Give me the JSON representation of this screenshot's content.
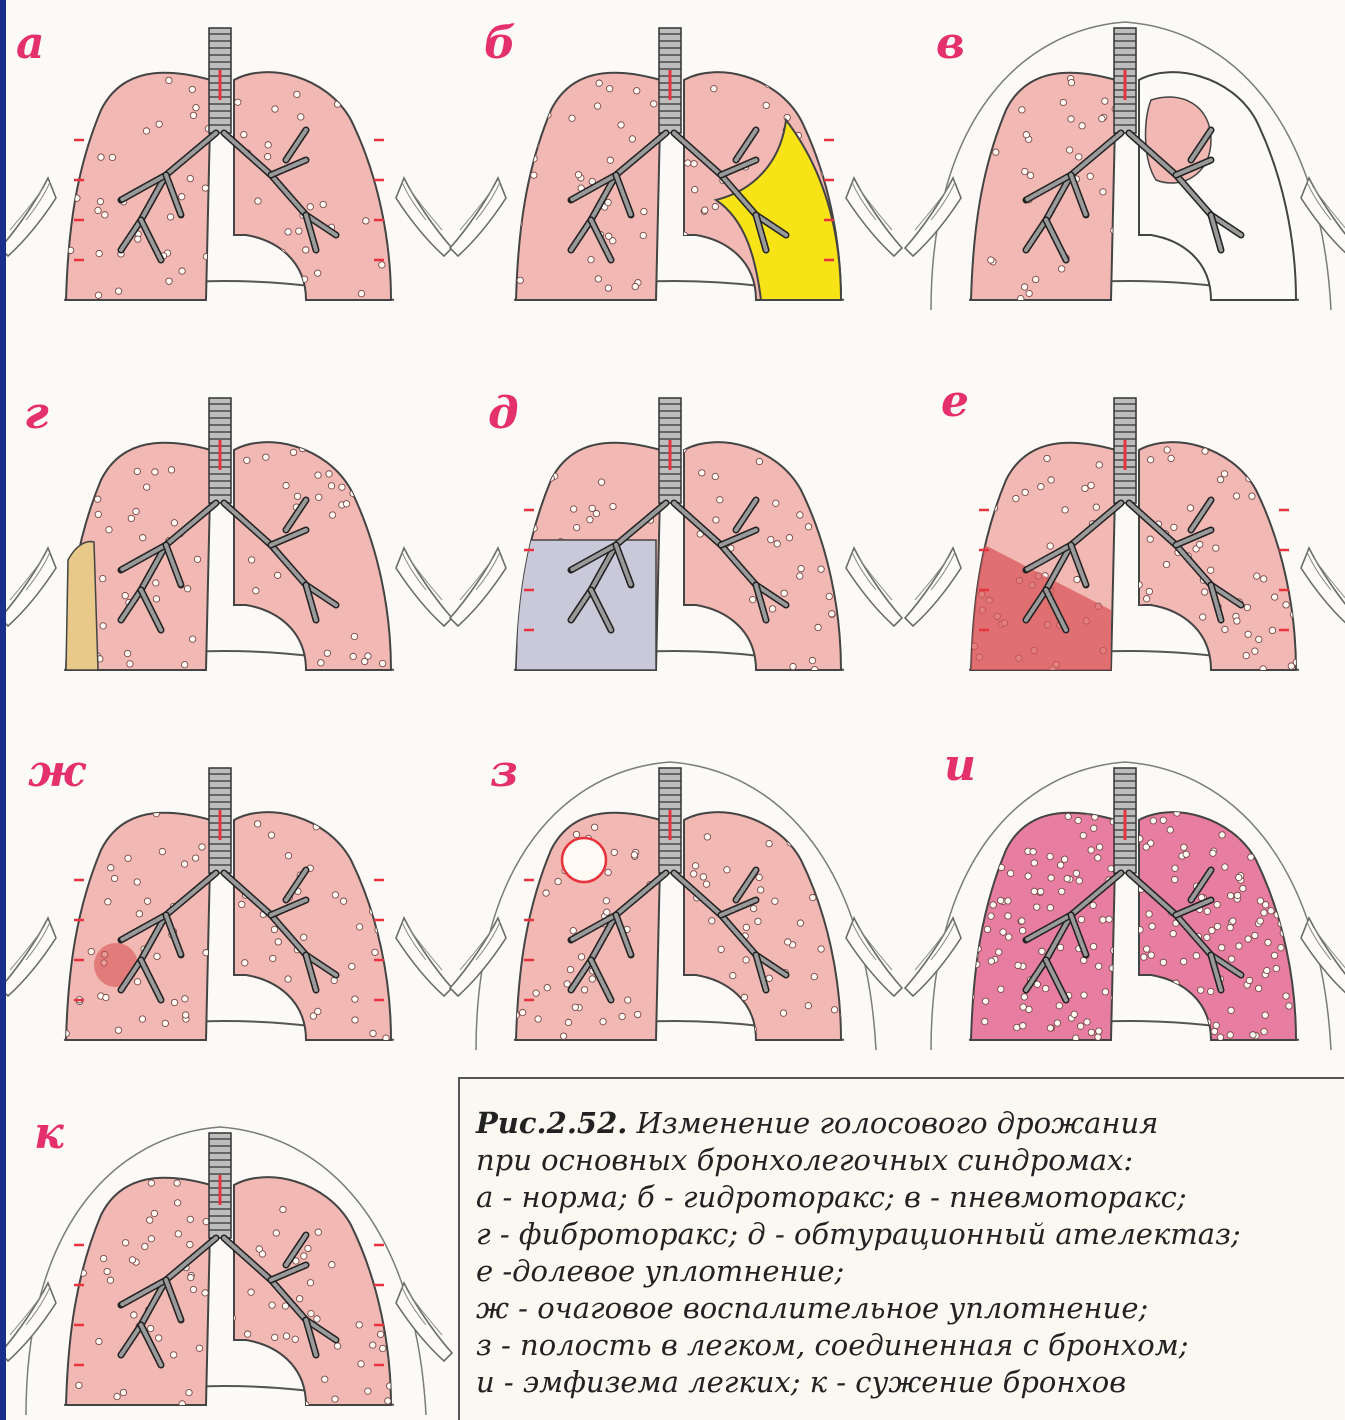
{
  "panels": [
    {
      "label": "а",
      "variant": "norm"
    },
    {
      "label": "б",
      "variant": "hydrothorax"
    },
    {
      "label": "в",
      "variant": "pneumothorax"
    },
    {
      "label": "г",
      "variant": "fibrothorax"
    },
    {
      "label": "д",
      "variant": "atelectasis"
    },
    {
      "label": "е",
      "variant": "lobar"
    },
    {
      "label": "ж",
      "variant": "focal"
    },
    {
      "label": "з",
      "variant": "cavity"
    },
    {
      "label": "и",
      "variant": "emphysema"
    },
    {
      "label": "к",
      "variant": "bronchi"
    }
  ],
  "caption": {
    "fig": "Рис.2.52.",
    "title_rest": " Изменение голосового дрожания",
    "lines": [
      "при основных бронхолегочных синдромах:",
      "а - норма; б - гидроторакс; в - пневмоторакс;",
      "г - фиброторакс; д - обтурационный  ателектаз;",
      "е -долевое уплотнение;",
      "ж - очаговое воспалительное уплотнение;",
      "з - полость в легком, соединенная с бронхом;",
      "и - эмфизема легких; к - сужение бронхов"
    ]
  },
  "colors": {
    "frame": "#1a2f8a",
    "label": "#e5306e",
    "lung": "#f2b8b3",
    "lung_dark": "#e98f95",
    "fluid": "#f8e316",
    "airway": "#9a9a9a",
    "arrow": "#e8333e"
  }
}
